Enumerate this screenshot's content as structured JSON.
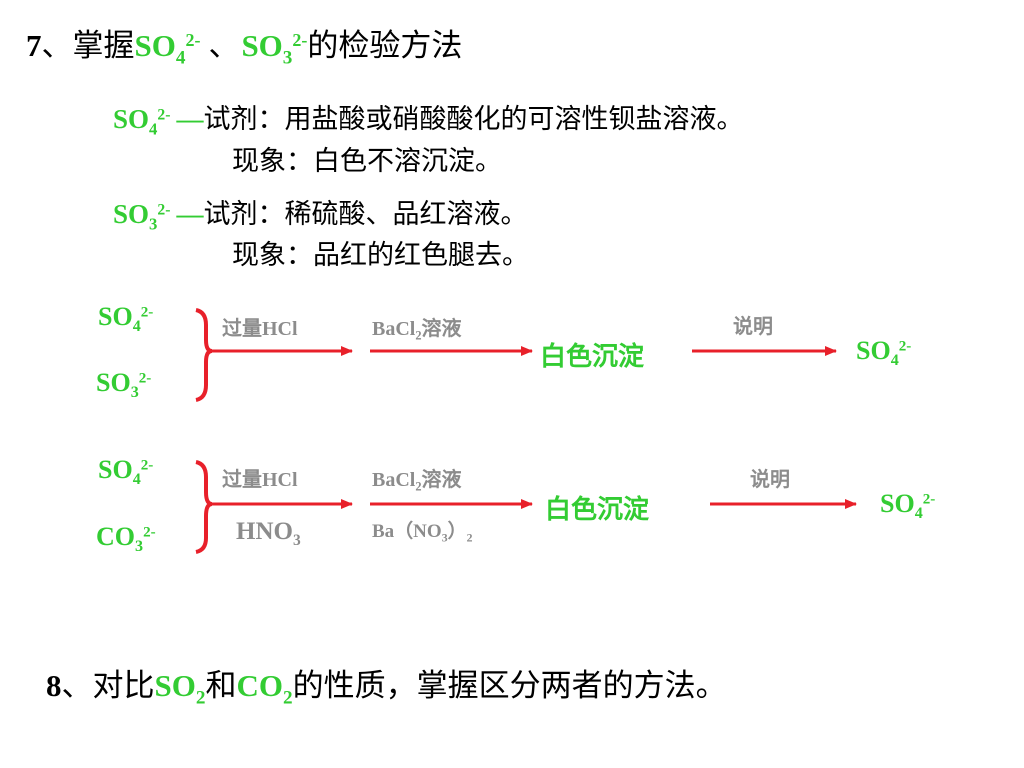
{
  "heading7": {
    "num": "7",
    "sep": "、掌握",
    "ion1": {
      "base": "SO",
      "sub": "4",
      "sup": "2-"
    },
    "mid": "、",
    "ion2": {
      "base": "SO",
      "sub": "3",
      "sup": "2-"
    },
    "tail": "的检验方法"
  },
  "so4_line": {
    "ion": {
      "base": "SO",
      "sub": "4",
      "sup": "2-"
    },
    "dash": "—",
    "reagent": "试剂：用盐酸或硝酸酸化的可溶性钡盐溶液。",
    "phenomenon": "现象：白色不溶沉淀。"
  },
  "so3_line": {
    "ion": {
      "base": "SO",
      "sub": "3",
      "sup": "2-"
    },
    "dash": "—",
    "reagent": "试剂：稀硫酸、品红溶液。",
    "phenomenon": "现象：品红的红色腿去。"
  },
  "scheme1": {
    "ion_top": {
      "base": "SO",
      "sub": "4",
      "sup": "2-"
    },
    "ion_bottom": {
      "base": "SO",
      "sub": "3",
      "sup": "2-"
    },
    "reagent1": {
      "pre": "过量",
      "chem": "HCl"
    },
    "reagent2": {
      "base": "BaCl",
      "sub": "2",
      "post": "溶液"
    },
    "precipitate": "白色沉淀",
    "explain": "说明",
    "result": {
      "base": "SO",
      "sub": "4",
      "sup": "2-"
    }
  },
  "scheme2": {
    "ion_top": {
      "base": "SO",
      "sub": "4",
      "sup": "2-"
    },
    "ion_bottom": {
      "base": "CO",
      "sub": "3",
      "sup": "2-"
    },
    "reagent1": {
      "pre": "过量",
      "chem": "HCl"
    },
    "reagent1_alt": {
      "base": "HNO",
      "sub": "3"
    },
    "reagent2": {
      "base": "BaCl",
      "sub": "2",
      "post": "溶液"
    },
    "reagent2_alt": {
      "pre": "Ba（NO",
      "sub": "3",
      "mid": "）",
      "sub2": "2"
    },
    "precipitate": "白色沉淀",
    "explain": "说明",
    "result": {
      "base": "SO",
      "sub": "4",
      "sup": "2-"
    }
  },
  "heading8": {
    "num": "8",
    "sep": "、对比",
    "ion1": {
      "base": "SO",
      "sub": "2"
    },
    "mid": "和",
    "ion2": {
      "base": "CO",
      "sub": "2"
    },
    "tail": "的性质，掌握区分两者的方法。"
  },
  "colors": {
    "green": "#33cc33",
    "red": "#e8202a",
    "gray": "#8c8c8c"
  }
}
